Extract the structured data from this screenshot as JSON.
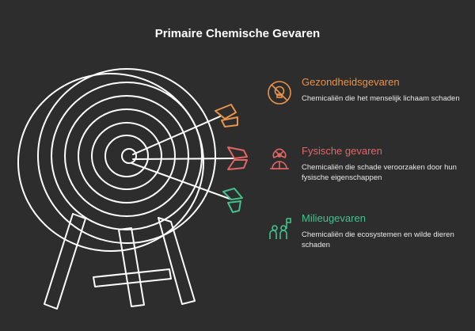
{
  "title": "Primaire Chemische Gevaren",
  "colors": {
    "background": "#2d2d2d",
    "orange": "#e8934a",
    "red": "#e06766",
    "green": "#43c28e",
    "line": "#ffffff"
  },
  "items": [
    {
      "heading": "Gezondheidsgevaren",
      "description": "Chemicaliën die het menselijk lichaam schaden",
      "icon": "skull-prohibited-icon"
    },
    {
      "heading": "Fysische gevaren",
      "description": "Chemicaliën die schade veroorzaken door hun fysische eigenschappen",
      "icon": "radiation-hardhat-icon"
    },
    {
      "heading": "Milieugevaren",
      "description": "Chemicaliën die ecosystemen en wilde dieren schaden",
      "icon": "people-with-flag-icon"
    }
  ]
}
